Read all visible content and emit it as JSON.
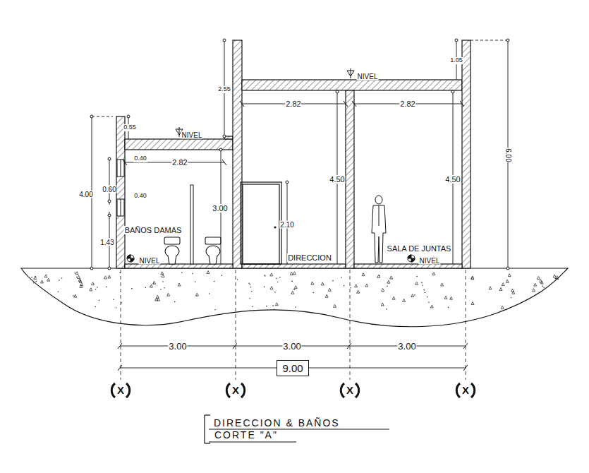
{
  "diagram": {
    "title": "DIRECCION & BAÑOS",
    "nodes": [
      {
        "text": [
          "9.00"
        ]
      }
    ],
    "labels": [
      "0.55",
      "NIVEL",
      "0.40",
      "2.82",
      "0.60",
      "0.40",
      "4.00",
      "1.43",
      "BAÑOS DAMAS",
      "3.00",
      "NIVEL",
      "2.55",
      "NIVEL",
      "2.82",
      "2.82",
      "4.50",
      "4.50",
      "2.10",
      "DIRECCION",
      "SALA DE JUNTAS",
      "NIVEL",
      "1.05",
      "6.00",
      "3.00",
      "3.00",
      "3.00",
      "X",
      "X",
      "X",
      "X",
      "CORTE \"A\""
    ]
  }
}
